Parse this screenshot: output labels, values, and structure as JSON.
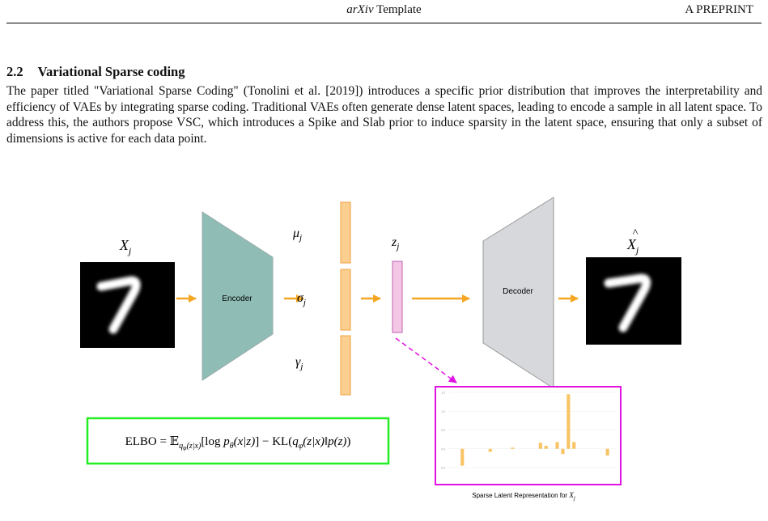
{
  "header": {
    "journal_italic": "arXiv",
    "journal_rest": " Template",
    "right": "A PREPRINT"
  },
  "section": {
    "number": "2.2",
    "title": "Variational Sparse coding"
  },
  "paragraph": "The paper titled \"Variational Sparse Coding\" (Tonolini et al. [2019]) introduces a specific prior distribution that improves the interpretability and efficiency of VAEs by integrating sparse coding. Traditional VAEs often generate dense latent spaces, leading to encode a sample in all latent space. To address this, the authors propose VSC, which introduces a Spike and Slab prior to induce sparsity in the latent space, ensuring that only a subset of dimensions is active for each data point.",
  "figure": {
    "input_label": "X_j",
    "output_label": "X̂_j",
    "encoder_label": "Encoder",
    "decoder_label": "Decoder",
    "mu_label": "μ_j",
    "sigma_label": "σ_j",
    "gamma_label": "γ_j",
    "z_label": "z_j",
    "elbo": "ELBO = 𝔼_{q_φ(z|x)}[log p_θ(x|z)] − KL(q_φ(z|x)‖p(z))",
    "sparse_caption": "Sparse Latent Representation for X_j",
    "colors": {
      "arrow": "#f5a623",
      "trapezoid": "#8fbdb5",
      "latent_bar": "#fbcf90",
      "z_bar": "#f4c6e6",
      "magenta": "#e012e0",
      "green": "#22ee22"
    }
  },
  "chart_data": {
    "type": "bar",
    "title": "",
    "xlabel": "",
    "ylabel": "",
    "ylim": [
      -0.5,
      1.5
    ],
    "yticks": [
      -0.5,
      0.0,
      0.5,
      1.0,
      1.5
    ],
    "values": [
      0,
      0,
      -0.45,
      0,
      0,
      0,
      0,
      -0.08,
      0,
      0,
      0,
      0.03,
      0,
      0,
      0,
      0,
      0.16,
      0.08,
      0,
      0.18,
      -0.14,
      1.45,
      0.18,
      0,
      0,
      0,
      0,
      0,
      -0.18,
      0
    ],
    "bar_color": "#f9c465",
    "grid": true
  }
}
